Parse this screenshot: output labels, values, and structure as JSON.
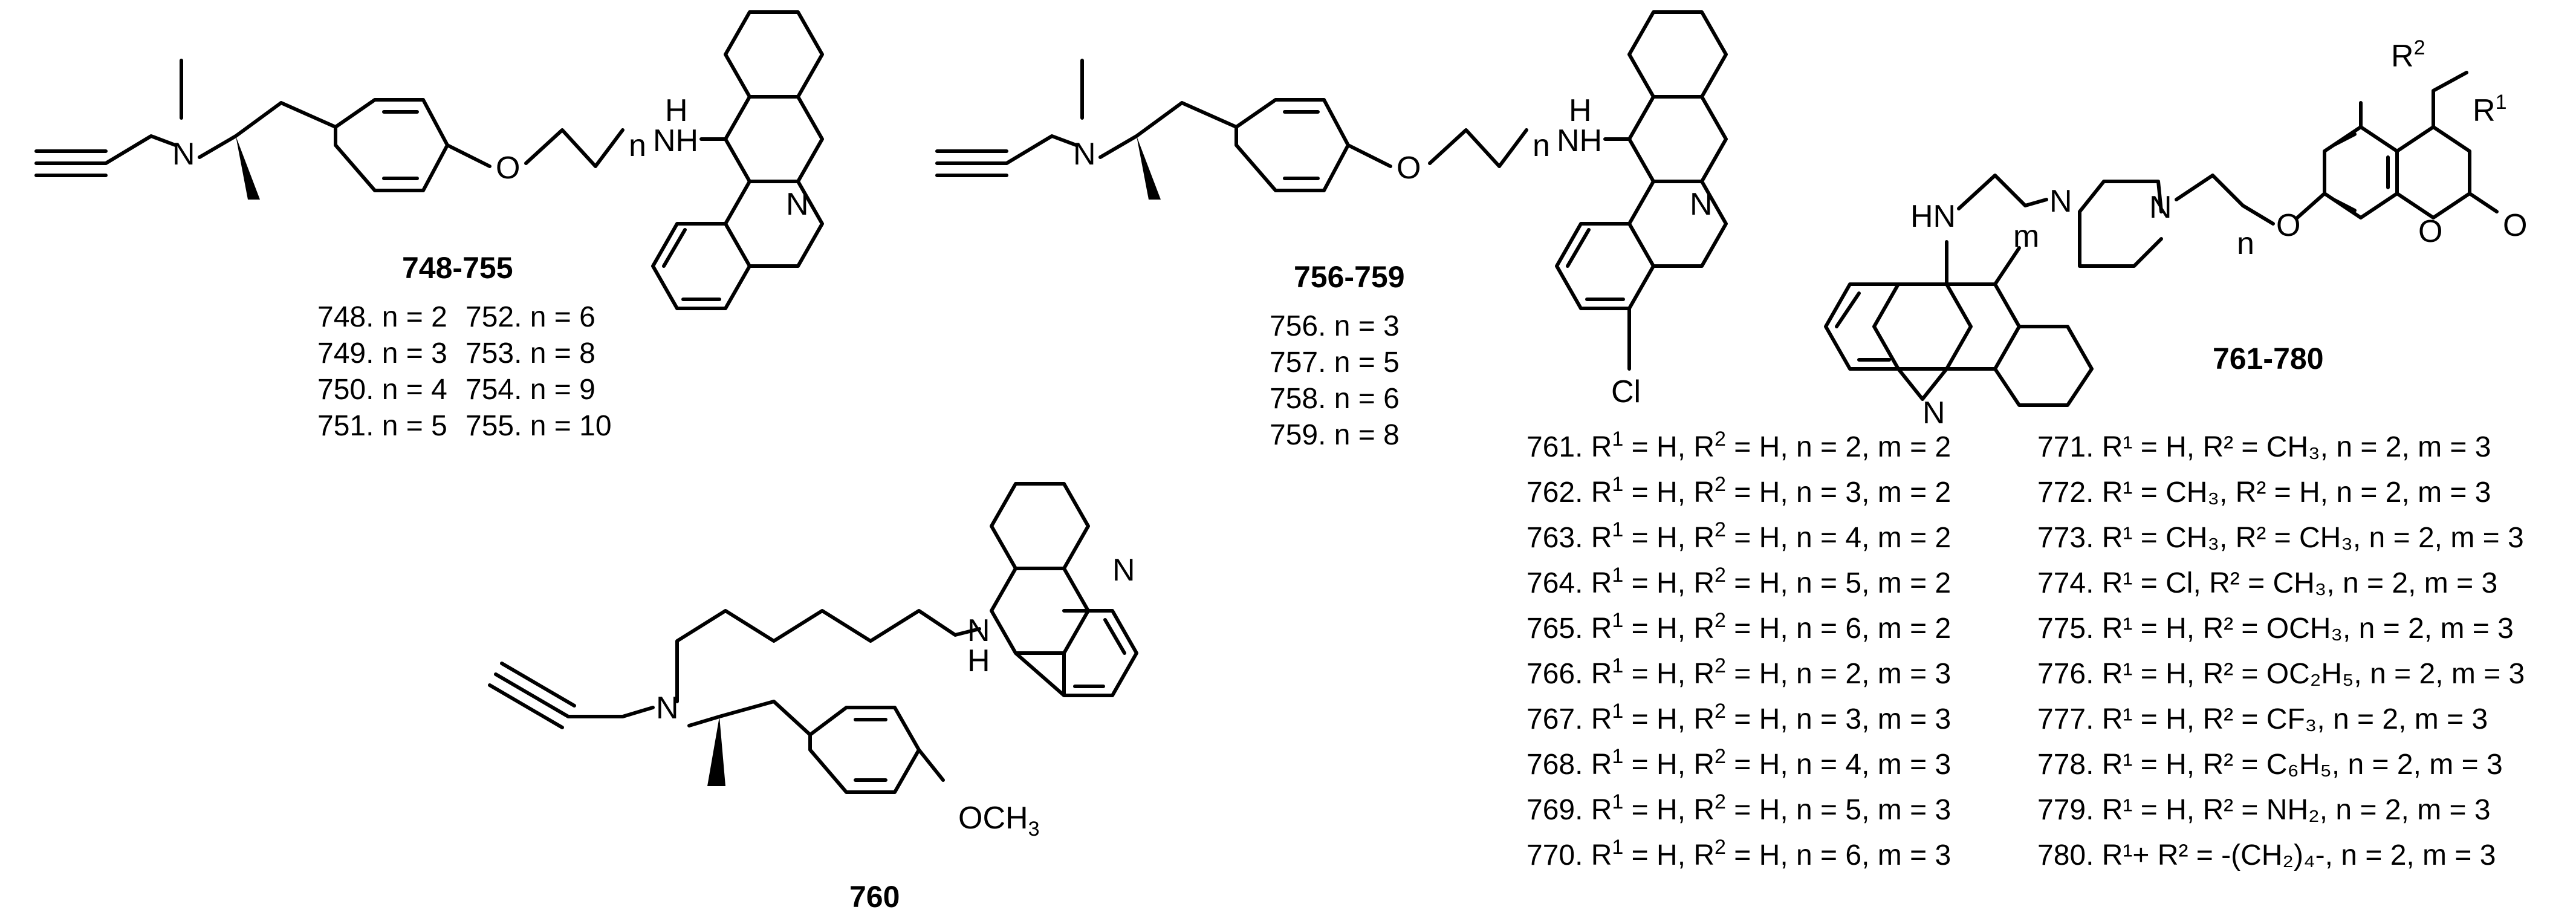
{
  "atoms": {
    "N": "N",
    "O": "O",
    "H": "H",
    "NH": "NH",
    "HN": "HN",
    "Cl": "Cl",
    "OCH": "OCH",
    "R": "R",
    "sup1": "1",
    "sup2": "2",
    "sub3": "3",
    "n": "n",
    "m": "m"
  },
  "series_a": {
    "label": "748-755",
    "rows": [
      [
        "748. n = 2",
        "752. n = 6"
      ],
      [
        "749. n = 3",
        "753. n = 8"
      ],
      [
        "750. n = 4",
        "754. n = 9"
      ],
      [
        "751. n = 5",
        "755. n = 10"
      ]
    ]
  },
  "series_b": {
    "label": "756-759",
    "rows": [
      "756. n = 3",
      "757. n = 5",
      "758. n = 6",
      "759. n = 8"
    ]
  },
  "compound_760": {
    "label": "760"
  },
  "series_c": {
    "label": "761-780",
    "left": [
      {
        "num": "761. R",
        "a": " = H, R",
        "b": " = H, n = 2, m = 2"
      },
      {
        "num": "762. R",
        "a": " = H, R",
        "b": " = H, n = 3, m = 2"
      },
      {
        "num": "763. R",
        "a": " = H, R",
        "b": " = H, n = 4, m = 2"
      },
      {
        "num": "764. R",
        "a": " = H, R",
        "b": " = H, n = 5, m = 2"
      },
      {
        "num": "765. R",
        "a": " = H, R",
        "b": " = H, n = 6, m = 2"
      },
      {
        "num": "766. R",
        "a": " = H, R",
        "b": " = H, n = 2, m = 3"
      },
      {
        "num": "767. R",
        "a": " = H, R",
        "b": " = H, n = 3, m = 3"
      },
      {
        "num": "768. R",
        "a": " = H, R",
        "b": " = H, n = 4, m = 3"
      },
      {
        "num": "769. R",
        "a": " = H, R",
        "b": " = H, n = 5, m = 3"
      },
      {
        "num": "770. R",
        "a": " = H, R",
        "b": " = H, n = 6, m = 3"
      }
    ],
    "right": [
      "771. R¹ = H, R² = CH₃, n = 2, m = 3",
      "772. R¹ = CH₃, R² = H, n = 2, m = 3",
      "773. R¹ = CH₃, R² = CH₃, n = 2, m = 3",
      "774. R¹ = Cl, R² = CH₃, n = 2, m = 3",
      "775. R¹ = H, R² = OCH₃, n = 2, m = 3",
      "776. R¹ = H, R² = OC₂H₅, n = 2, m = 3",
      "777. R¹ = H, R² = CF₃, n = 2, m = 3",
      "778. R¹ = H, R² = C₆H₅, n = 2, m = 3",
      "779. R¹ = H, R² = NH₂, n = 2, m = 3",
      "780. R¹+ R² = -(CH₂)₄-, n = 2, m = 3"
    ]
  }
}
